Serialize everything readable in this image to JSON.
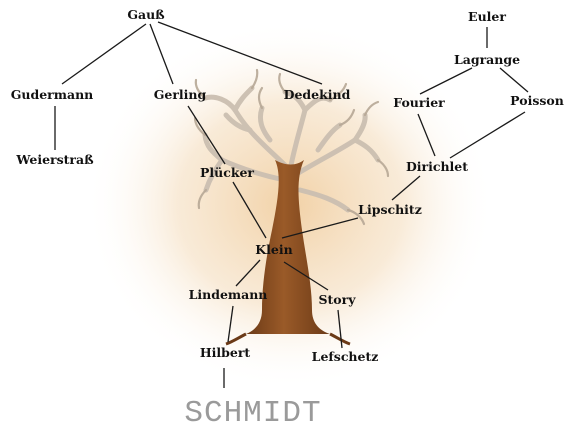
{
  "diagram": {
    "nodes": [
      {
        "id": "gauss",
        "label": "Gauß"
      },
      {
        "id": "gudermann",
        "label": "Gudermann"
      },
      {
        "id": "gerling",
        "label": "Gerling"
      },
      {
        "id": "dedekind",
        "label": "Dedekind"
      },
      {
        "id": "weierstrass",
        "label": "Weierstraß"
      },
      {
        "id": "euler",
        "label": "Euler"
      },
      {
        "id": "lagrange",
        "label": "Lagrange"
      },
      {
        "id": "fourier",
        "label": "Fourier"
      },
      {
        "id": "poisson",
        "label": "Poisson"
      },
      {
        "id": "dirichlet",
        "label": "Dirichlet"
      },
      {
        "id": "pluecker",
        "label": "Plücker"
      },
      {
        "id": "lipschitz",
        "label": "Lipschitz"
      },
      {
        "id": "klein",
        "label": "Klein"
      },
      {
        "id": "lindemann",
        "label": "Lindemann"
      },
      {
        "id": "story",
        "label": "Story"
      },
      {
        "id": "hilbert",
        "label": "Hilbert"
      },
      {
        "id": "lefschetz",
        "label": "Lefschetz"
      },
      {
        "id": "schmidt",
        "label": "SCHMIDT"
      }
    ],
    "edges": [
      [
        "gauss",
        "gudermann"
      ],
      [
        "gauss",
        "gerling"
      ],
      [
        "gauss",
        "dedekind"
      ],
      [
        "gudermann",
        "weierstrass"
      ],
      [
        "euler",
        "lagrange"
      ],
      [
        "lagrange",
        "fourier"
      ],
      [
        "lagrange",
        "poisson"
      ],
      [
        "fourier",
        "dirichlet"
      ],
      [
        "poisson",
        "dirichlet"
      ],
      [
        "dirichlet",
        "lipschitz"
      ],
      [
        "gerling",
        "pluecker"
      ],
      [
        "pluecker",
        "klein"
      ],
      [
        "lipschitz",
        "klein"
      ],
      [
        "klein",
        "lindemann"
      ],
      [
        "klein",
        "story"
      ],
      [
        "lindemann",
        "hilbert"
      ],
      [
        "story",
        "lefschetz"
      ],
      [
        "hilbert",
        "schmidt"
      ]
    ],
    "colors": {
      "trunk": "#8a4f22",
      "trunk_dark": "#6b3a17",
      "branches": "#cfc6bb",
      "glow": "#f3d7b0",
      "text": "#111111",
      "final_text": "#9a9a9a"
    }
  }
}
